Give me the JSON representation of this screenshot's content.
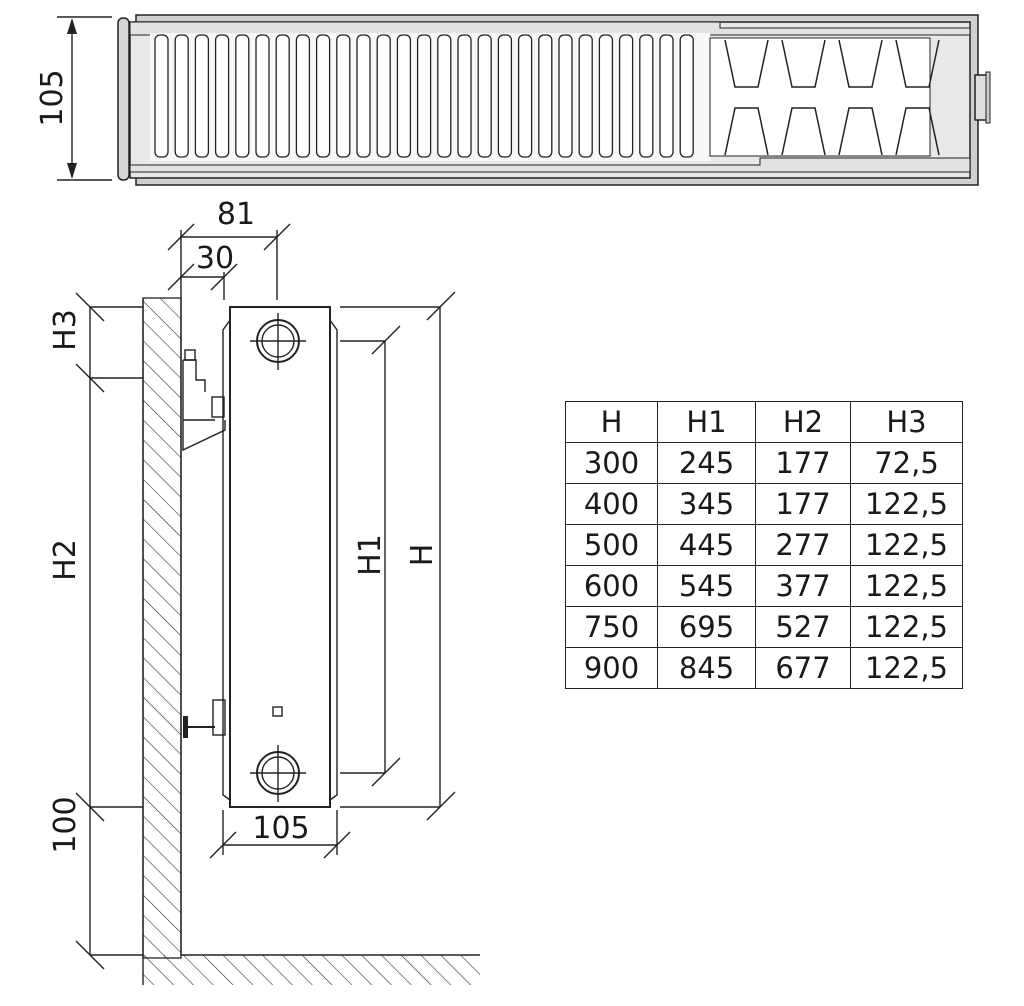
{
  "top_view": {
    "depth_label": "105"
  },
  "side_view": {
    "depth_81": "81",
    "offset_30": "30",
    "h3_label": "H3",
    "h2_label": "H2",
    "floor_gap_label": "100",
    "h1_label": "H1",
    "h_label": "H",
    "bottom_depth_label": "105"
  },
  "table": {
    "headers": [
      "H",
      "H1",
      "H2",
      "H3"
    ],
    "rows": [
      [
        "300",
        "245",
        "177",
        "72,5"
      ],
      [
        "400",
        "345",
        "177",
        "122,5"
      ],
      [
        "500",
        "445",
        "277",
        "122,5"
      ],
      [
        "600",
        "545",
        "377",
        "122,5"
      ],
      [
        "750",
        "695",
        "527",
        "122,5"
      ],
      [
        "900",
        "845",
        "677",
        "122,5"
      ]
    ]
  }
}
